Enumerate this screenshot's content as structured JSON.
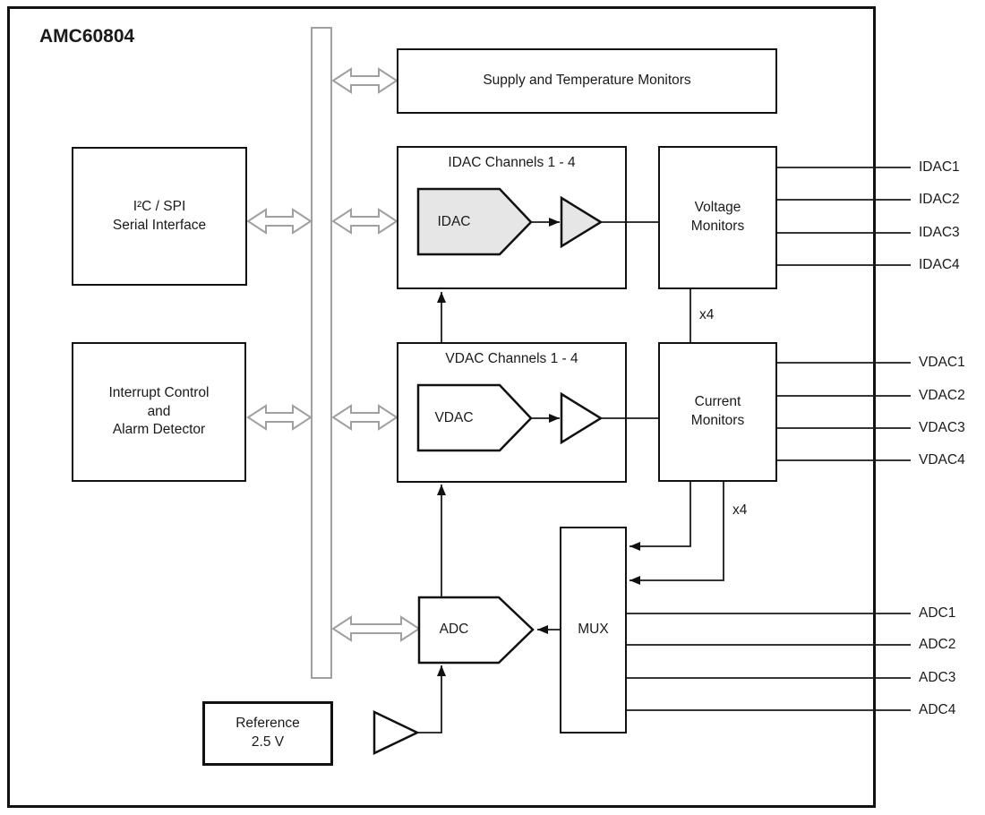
{
  "chip": {
    "title": "AMC60804"
  },
  "blocks": {
    "supply_temp_monitors": {
      "label": "Supply and Temperature Monitors"
    },
    "serial_interface": {
      "line1": "I²C / SPI",
      "line2": "Serial Interface"
    },
    "interrupt_alarm": {
      "line1": "Interrupt Control",
      "line2": "and",
      "line3": "Alarm Detector"
    },
    "idac_channels": {
      "title": "IDAC Channels 1 - 4",
      "dac": "IDAC"
    },
    "vdac_channels": {
      "title": "VDAC Channels 1 - 4",
      "dac": "VDAC"
    },
    "voltage_monitors": {
      "line1": "Voltage",
      "line2": "Monitors"
    },
    "current_monitors": {
      "line1": "Current",
      "line2": "Monitors"
    },
    "mux": {
      "label": "MUX"
    },
    "adc": {
      "label": "ADC"
    },
    "reference": {
      "line1": "Reference",
      "line2": "2.5 V"
    }
  },
  "annotations": {
    "voltage_monitors_mult": "x4",
    "current_monitors_mult": "x4"
  },
  "pins": {
    "idac": [
      "IDAC1",
      "IDAC2",
      "IDAC3",
      "IDAC4"
    ],
    "vdac": [
      "VDAC1",
      "VDAC2",
      "VDAC3",
      "VDAC4"
    ],
    "adc": [
      "ADC1",
      "ADC2",
      "ADC3",
      "ADC4"
    ]
  },
  "colors": {
    "shaded_fill": "#e6e6e6",
    "bus_gray": "#a0a0a0",
    "ink": "#111111"
  }
}
